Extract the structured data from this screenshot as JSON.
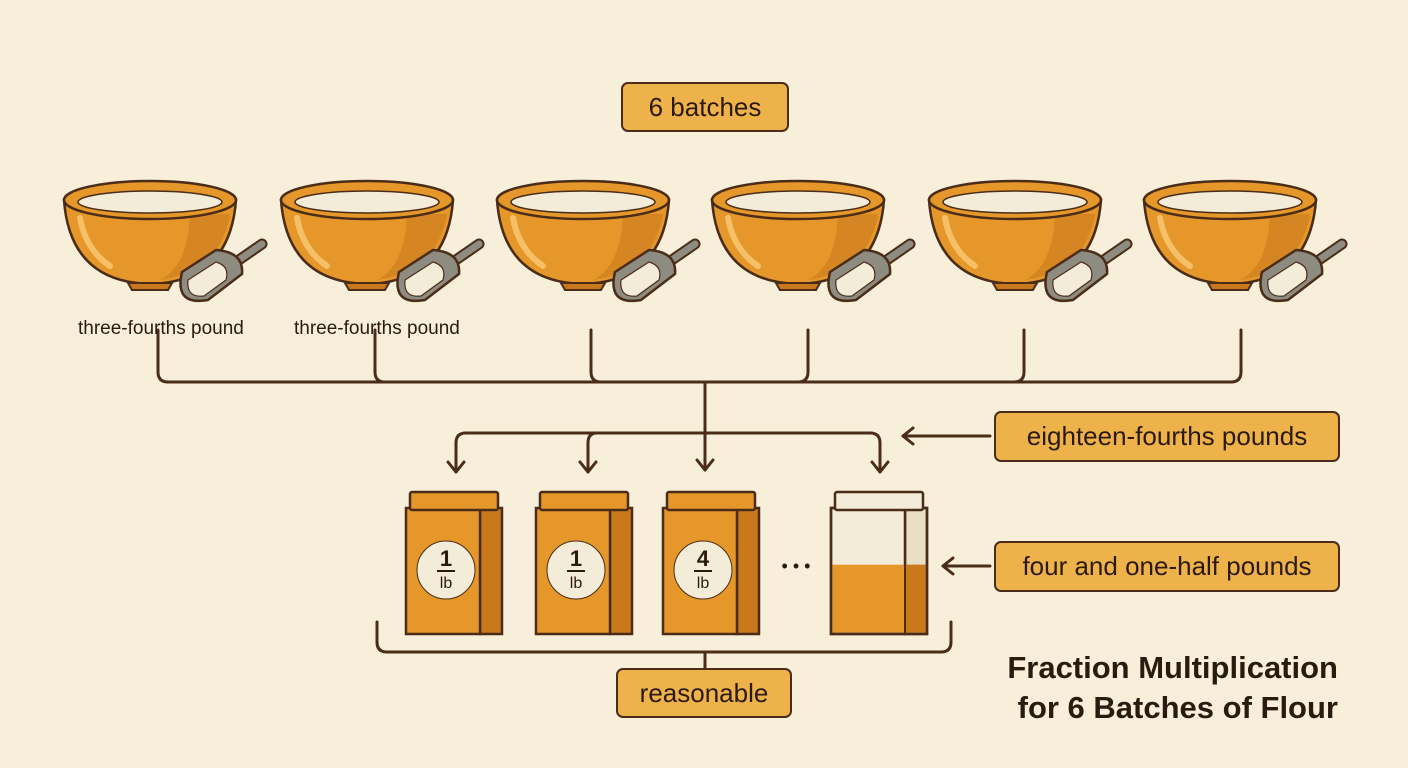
{
  "batches_label": "6 batches",
  "bowl_count": 6,
  "bowl_labels": [
    "three-fourths pound",
    "three-fourths pound",
    "",
    "",
    "",
    ""
  ],
  "bags": [
    {
      "top": "1",
      "bottom": "lb"
    },
    {
      "top": "1",
      "bottom": "lb"
    },
    {
      "top": "4",
      "bottom": "lb"
    }
  ],
  "ellipsis": "• • •",
  "partial_bag_fill": 0.55,
  "eighteen_label": "eighteen-fourths pounds",
  "four_half_label": "four and one-half pounds",
  "reasonable_label": "reasonable",
  "title_line1": "Fraction Multiplication",
  "title_line2": "for 6 Batches of Flour",
  "colors": {
    "background": "#f7efd9",
    "bowl": "#e5972a",
    "bowl_dark": "#c9781c",
    "outline": "#4a2c18",
    "tag": "#eeb24a",
    "scoop": "#8e8b80",
    "flour": "#f3ecd8"
  }
}
